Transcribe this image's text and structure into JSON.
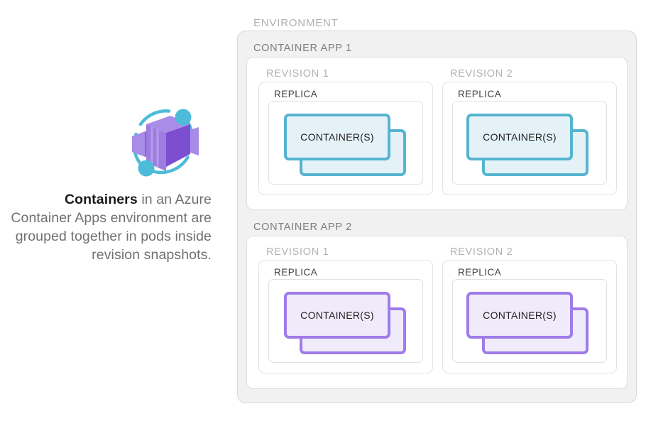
{
  "caption": {
    "strong": "Containers",
    "rest": " in an Azure Container Apps environment are grouped together in pods inside revision snapshots."
  },
  "icon": {
    "name": "azure-container-apps-icon",
    "box_color": "#8a63d2",
    "box_light": "#a98ce8",
    "box_dark": "#7c4fd0",
    "orbit_color": "#4dbcd8"
  },
  "environment": {
    "label": "ENVIRONMENT",
    "label_color": "#b0b0b0",
    "panel_bg": "#f1f1f1",
    "panel_border": "#d8d8d8",
    "apps": [
      {
        "label": "CONTAINER APP 1",
        "accent": "#56b4d0",
        "accent_fill": "#e4f2f8",
        "revisions": [
          {
            "label": "REVISION 1",
            "replica_label": "REPLICA",
            "container_label": "CONTAINER(S)"
          },
          {
            "label": "REVISION 2",
            "replica_label": "REPLICA",
            "container_label": "CONTAINER(S)"
          }
        ]
      },
      {
        "label": "CONTAINER APP 2",
        "accent": "#9f7ce9",
        "accent_fill": "#f0ebfb",
        "revisions": [
          {
            "label": "REVISION 1",
            "replica_label": "REPLICA",
            "container_label": "CONTAINER(S)"
          },
          {
            "label": "REVISION 2",
            "replica_label": "REPLICA",
            "container_label": "CONTAINER(S)"
          }
        ]
      }
    ]
  }
}
